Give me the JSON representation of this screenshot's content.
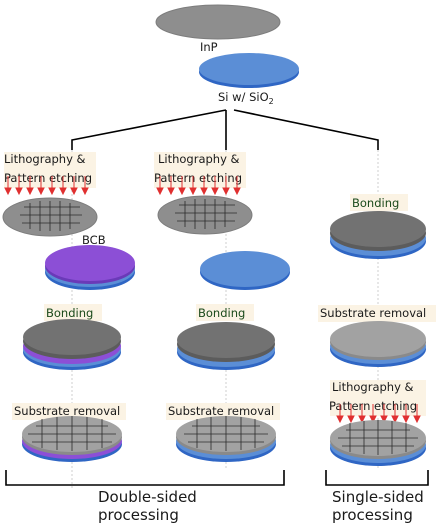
{
  "labels": {
    "inp": "InP",
    "si_prefix": "Si w/ SiO",
    "si_sub": "2",
    "litho_line1": "Lithography &",
    "litho_line2": "Pattern etching",
    "bcb": "BCB",
    "bonding": "Bonding",
    "substrate_removal": "Substrate removal",
    "double_line1": "Double-sided",
    "double_line2": "processing",
    "single_line1": "Single-sided",
    "single_line2": "processing"
  },
  "colors": {
    "inp_wafer": "#8e8e8e",
    "si_wafer": "#5b8ed6",
    "si_edge": "#2f66c4",
    "bcb_layer": "#8c4fd6",
    "bonded_dark": "#727272",
    "removed_light": "#a2a2a2",
    "arrow_red": "#e03030",
    "highlight": "#fbf3e4"
  }
}
